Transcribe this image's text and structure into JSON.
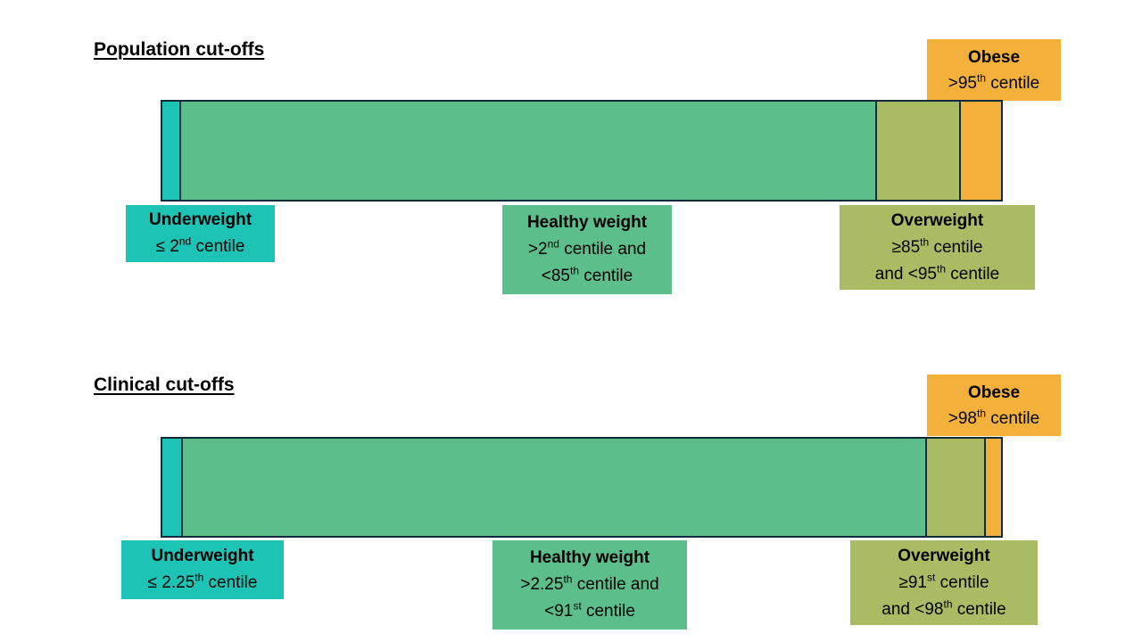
{
  "colors": {
    "underweight_teal": "#1dc4b5",
    "healthy_green": "#5cbe8b",
    "overweight_olive": "#a9bc63",
    "obese_orange": "#f3b13b",
    "bar_border": "#0f2a38",
    "text": "#000000",
    "background": "#ffffff"
  },
  "chart_data": [
    {
      "type": "bar",
      "title": "Population cut-offs",
      "orientation": "horizontal-stacked",
      "categories": [
        "Underweight",
        "Healthy weight",
        "Overweight",
        "Obese"
      ],
      "centile_cutoffs": [
        2,
        85,
        95
      ],
      "segment_spans_percent": [
        [
          0,
          2
        ],
        [
          2,
          85
        ],
        [
          85,
          95
        ],
        [
          95,
          100
        ]
      ]
    },
    {
      "type": "bar",
      "title": "Clinical cut-offs",
      "orientation": "horizontal-stacked",
      "categories": [
        "Underweight",
        "Healthy weight",
        "Overweight",
        "Obese"
      ],
      "centile_cutoffs": [
        2.25,
        91,
        98
      ],
      "segment_spans_percent": [
        [
          0,
          2.25
        ],
        [
          2.25,
          91
        ],
        [
          91,
          98
        ],
        [
          98,
          100
        ]
      ]
    }
  ],
  "population": {
    "heading": "Population cut-offs",
    "cutoffs": [
      2,
      85,
      95
    ],
    "obese": {
      "title": "Obese",
      "line": {
        "pre": ">95",
        "sup": "th",
        "post": " centile"
      }
    },
    "underweight": {
      "title": "Underweight",
      "line": {
        "pre": "≤ 2",
        "sup": "nd",
        "post": " centile"
      }
    },
    "healthy": {
      "title": "Healthy weight",
      "line1": {
        "pre": ">2",
        "sup": "nd",
        "post": " centile and"
      },
      "line2": {
        "pre": "<85",
        "sup": "th",
        "post": " centile"
      }
    },
    "overweight": {
      "title": "Overweight",
      "line1": {
        "pre": "≥85",
        "sup": "th",
        "post": " centile"
      },
      "line2": {
        "pre": "and <95",
        "sup": "th",
        "post": " centile"
      }
    }
  },
  "clinical": {
    "heading": "Clinical cut-offs",
    "cutoffs": [
      2.25,
      91,
      98
    ],
    "obese": {
      "title": "Obese",
      "line": {
        "pre": ">98",
        "sup": "th",
        "post": " centile"
      }
    },
    "underweight": {
      "title": "Underweight",
      "line": {
        "pre": "≤ 2.25",
        "sup": "th",
        "post": " centile"
      }
    },
    "healthy": {
      "title": "Healthy weight",
      "line1": {
        "pre": ">2.25",
        "sup": "th",
        "post": " centile and"
      },
      "line2": {
        "pre": "<91",
        "sup": "st",
        "post": " centile"
      }
    },
    "overweight": {
      "title": "Overweight",
      "line1": {
        "pre": "≥91",
        "sup": "st",
        "post": " centile"
      },
      "line2": {
        "pre": "and <98",
        "sup": "th",
        "post": " centile"
      }
    }
  }
}
